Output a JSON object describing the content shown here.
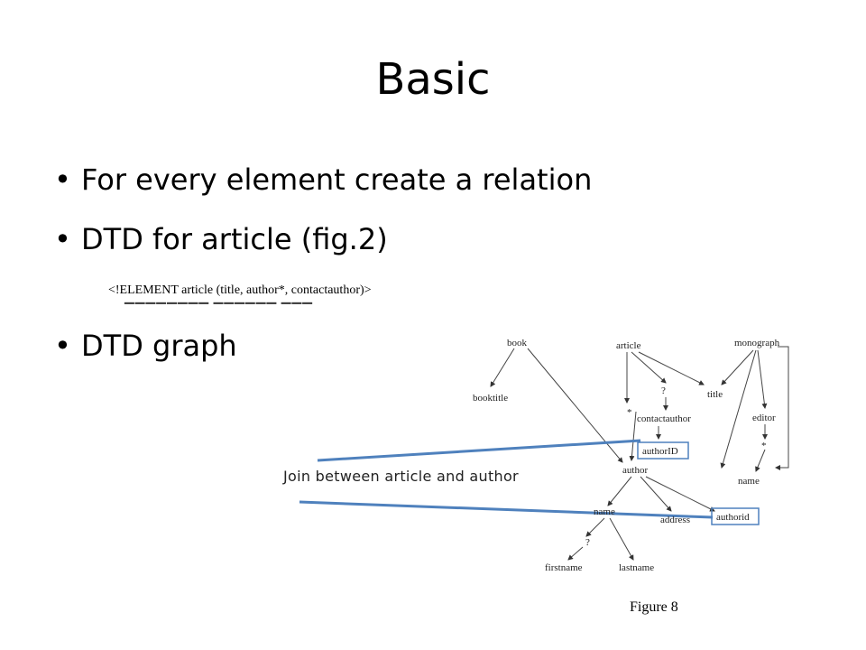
{
  "slide": {
    "title": "Basic",
    "bullets": [
      "For every element create a relation",
      "DTD for article (fig.2)",
      "DTD graph"
    ],
    "dtd_line": "<!ELEMENT article (title, author*, contactauthor)>",
    "join_label": "Join between article and author",
    "figure_label": "Figure 8"
  },
  "graph": {
    "nodes": {
      "book": "book",
      "article": "article",
      "monograph": "monograph",
      "booktitle": "booktitle",
      "q1": "?",
      "title": "title",
      "star1": "*",
      "contactauthor": "contactauthor",
      "editor": "editor",
      "authorID": "authorID",
      "star2": "*",
      "author": "author",
      "name1": "name",
      "name2": "name",
      "address": "address",
      "authorid": "authorid",
      "q2": "?",
      "firstname": "firstname",
      "lastname": "lastname"
    },
    "highlight_color": "#4f81bd"
  }
}
